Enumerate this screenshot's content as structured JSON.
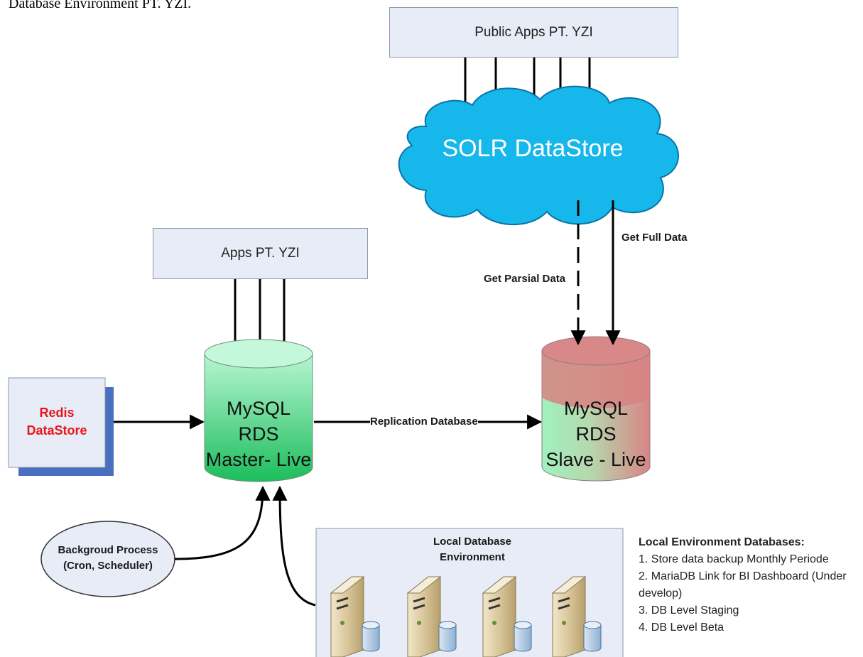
{
  "header": {
    "title": "Database Environment PT. YZI."
  },
  "public_apps": {
    "label": "Public Apps PT. YZI"
  },
  "solr": {
    "label": "SOLR DataStore"
  },
  "apps": {
    "label": "Apps PT. YZI"
  },
  "master_db": {
    "line1": "MySQL RDS",
    "line2": "Master- Live"
  },
  "slave_db": {
    "line1": "MySQL RDS",
    "line2": "Slave - Live"
  },
  "redis": {
    "line1": "Redis",
    "line2": "DataStore"
  },
  "background": {
    "line1": "Backgroud Process",
    "line2": "(Cron, Scheduler)"
  },
  "local_env": {
    "line1": "Local Database",
    "line2": "Environment"
  },
  "edges": {
    "replication": "Replication Database",
    "get_full": "Get Full Data",
    "get_partial": "Get Parsial Data"
  },
  "notes": {
    "heading": "Local Environment Databases:",
    "items": [
      "1. Store data backup Monthly Periode",
      "2. MariaDB Link for BI Dashboard (Under develop)",
      "3. DB Level Staging",
      "4. DB Level Beta"
    ]
  },
  "colors": {
    "cloud": "#17b8ea",
    "master_top": "#b3f5cf",
    "master_bottom": "#1dbf5f",
    "slave_top": "#d98686",
    "slave_green": "#9ef0bd",
    "redis_text": "#e8151b",
    "redis_shadow": "#4a6fc0"
  }
}
